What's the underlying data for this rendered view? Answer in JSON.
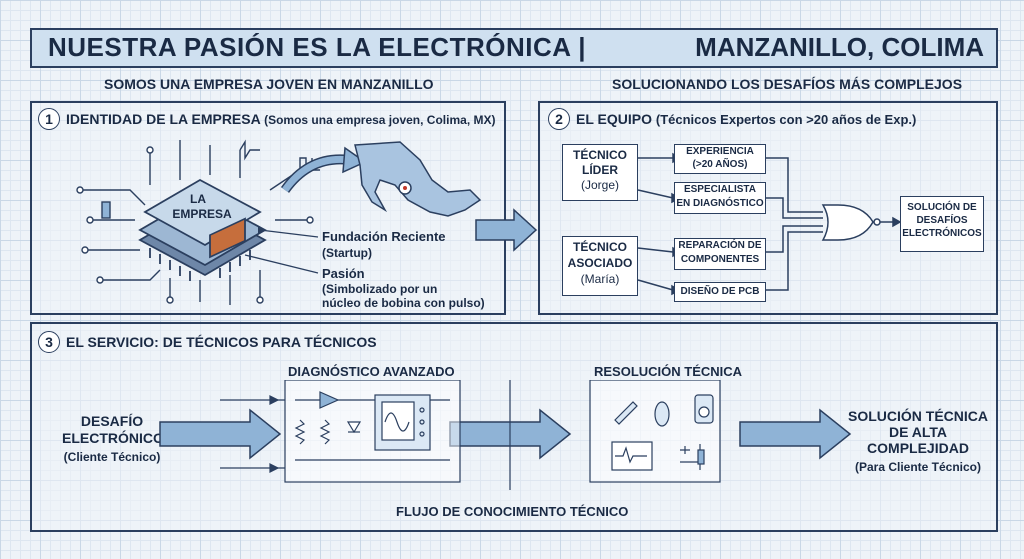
{
  "header": {
    "title_left": "NUESTRA PASIÓN ES LA ELECTRÓNICA |",
    "title_right": "MANZANILLO, COLIMA"
  },
  "subheaders": {
    "left": "SOMOS UNA EMPRESA JOVEN EN MANZANILLO",
    "right": "SOLUCIONANDO LOS DESAFÍOS MÁS COMPLEJOS"
  },
  "section1": {
    "number": "1",
    "title": "IDENTIDAD DE LA EMPRESA",
    "title_note": "(Somos una empresa joven, Colima, MX)",
    "chip_label_1": "LA",
    "chip_label_2": "EMPRESA",
    "fundacion": "Fundación Reciente",
    "fundacion_sub": "(Startup)",
    "pasion": "Pasión",
    "pasion_sub_1": "(Simbolizado por un",
    "pasion_sub_2": "núcleo de bobina con pulso)"
  },
  "section2": {
    "number": "2",
    "title": "EL EQUIPO",
    "title_note": "(Técnicos Expertos con >20 años de Exp.)",
    "lider": [
      "TÉCNICO",
      "LÍDER",
      "(Jorge)"
    ],
    "asociado": [
      "TÉCNICO",
      "ASOCIADO",
      "(María)"
    ],
    "experiencia": [
      "EXPERIENCIA",
      "(>20 AÑOS)"
    ],
    "especialista": [
      "ESPECIALISTA",
      "EN DIAGNÓSTICO"
    ],
    "reparacion": [
      "REPARACIÓN DE",
      "COMPONENTES"
    ],
    "pcb": "DISEÑO DE PCB",
    "solucion": [
      "SOLUCIÓN DE",
      "DESAFÍOS",
      "ELECTRÓNICOS"
    ]
  },
  "section3": {
    "number": "3",
    "title": "EL SERVICIO: DE TÉCNICOS PARA TÉCNICOS",
    "desafio": [
      "DESAFÍO",
      "ELECTRÓNICO"
    ],
    "desafio_sub": "(Cliente Técnico)",
    "diagnostico": "DIAGNÓSTICO AVANZADO",
    "resolucion": "RESOLUCIÓN TÉCNICA",
    "solucion": [
      "SOLUCIÓN TÉCNICA",
      "DE ALTA",
      "COMPLEJIDAD"
    ],
    "solucion_sub": "(Para Cliente Técnico)",
    "footer": "FLUJO DE CONOCIMIENTO TÉCNICO"
  },
  "colors": {
    "ink": "#2b3f5f",
    "arrow_fill": "#8fb3d6",
    "paper": "#eef3f8",
    "title_bar": "#cfe0f0",
    "map_fill": "#a9c4e0"
  }
}
